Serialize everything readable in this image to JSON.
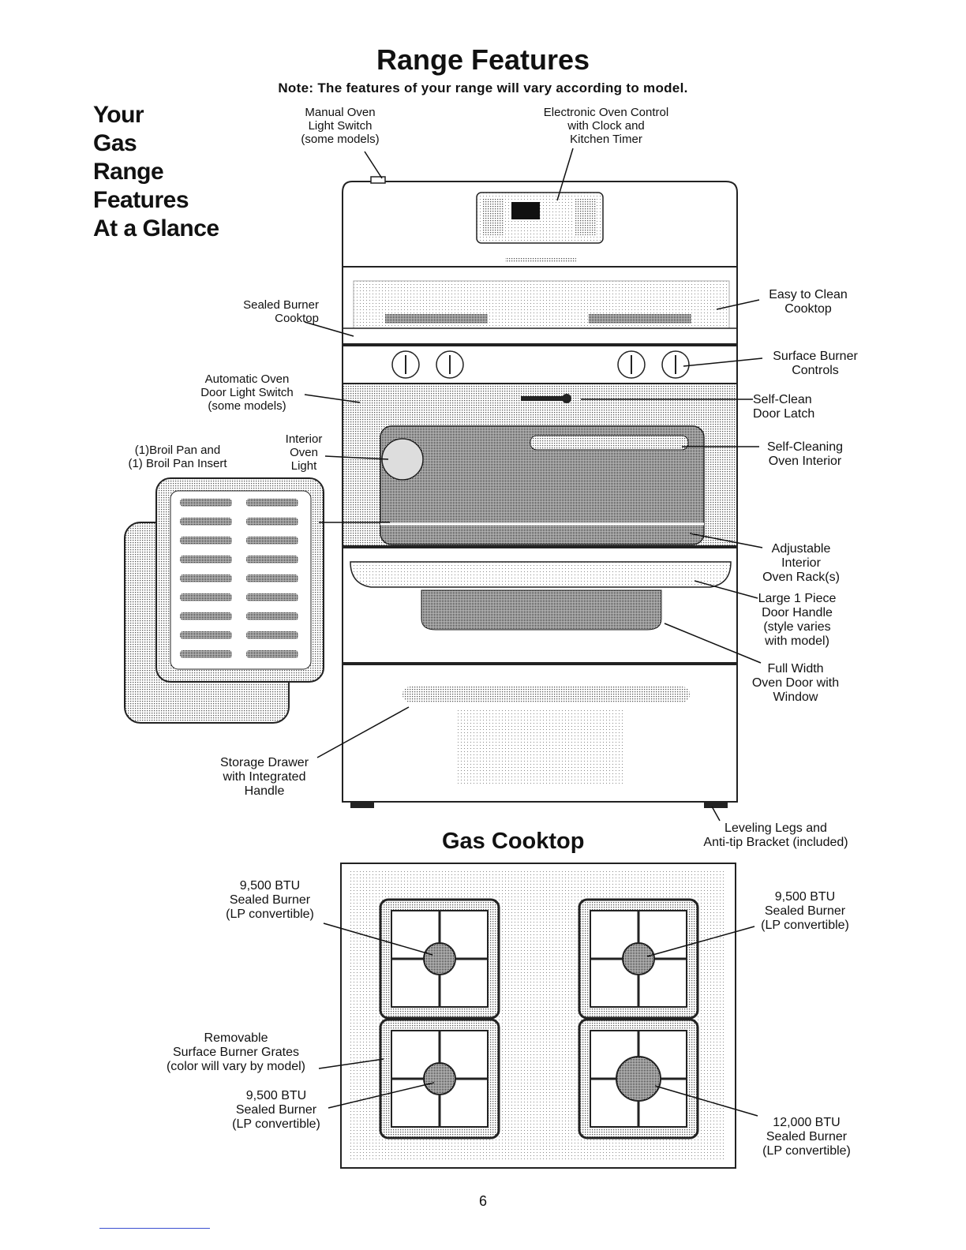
{
  "header": {
    "title": "Range Features",
    "note": "Note: The features of your range will vary according to model."
  },
  "side_title": [
    "Your",
    "Gas",
    "Range",
    "Features",
    "At a Glance"
  ],
  "range_labels": {
    "manual_oven_light_switch": "Manual Oven\nLight Switch\n(some models)",
    "electronic_oven_control": "Electronic Oven Control\nwith Clock and\nKitchen Timer",
    "sealed_burner_cooktop": "Sealed Burner\nCooktop",
    "easy_to_clean_cooktop": "Easy to Clean\nCooktop",
    "surface_burner_controls": "Surface Burner\nControls",
    "automatic_oven_door_light_switch": "Automatic Oven\nDoor Light Switch\n(some models)",
    "self_clean_door_latch": "Self-Clean\nDoor Latch",
    "broil_pan": "(1)Broil Pan and\n(1) Broil Pan Insert",
    "interior_oven_light": "Interior\nOven\nLight",
    "self_cleaning_oven_interior": "Self-Cleaning\nOven Interior",
    "adjustable_interior_oven_racks": "Adjustable\nInterior\nOven Rack(s)",
    "door_handle": "Large 1 Piece\nDoor Handle\n(style varies\nwith model)",
    "full_width_oven_door": "Full Width\nOven Door with\nWindow",
    "storage_drawer": "Storage Drawer\nwith Integrated\nHandle",
    "leveling_legs": "Leveling Legs and\nAnti-tip Bracket (included)"
  },
  "cooktop": {
    "title": "Gas Cooktop",
    "left_rear_burner": "9,500 BTU\nSealed Burner\n(LP convertible)",
    "right_rear_burner": "9,500 BTU\nSealed Burner\n(LP convertible)",
    "grates": "Removable\nSurface Burner Grates\n(color will vary by model)",
    "left_front_burner": "9,500 BTU\nSealed Burner\n(LP convertible)",
    "right_front_burner": "12,000 BTU\nSealed Burner\n(LP convertible)"
  },
  "page_number": "6"
}
